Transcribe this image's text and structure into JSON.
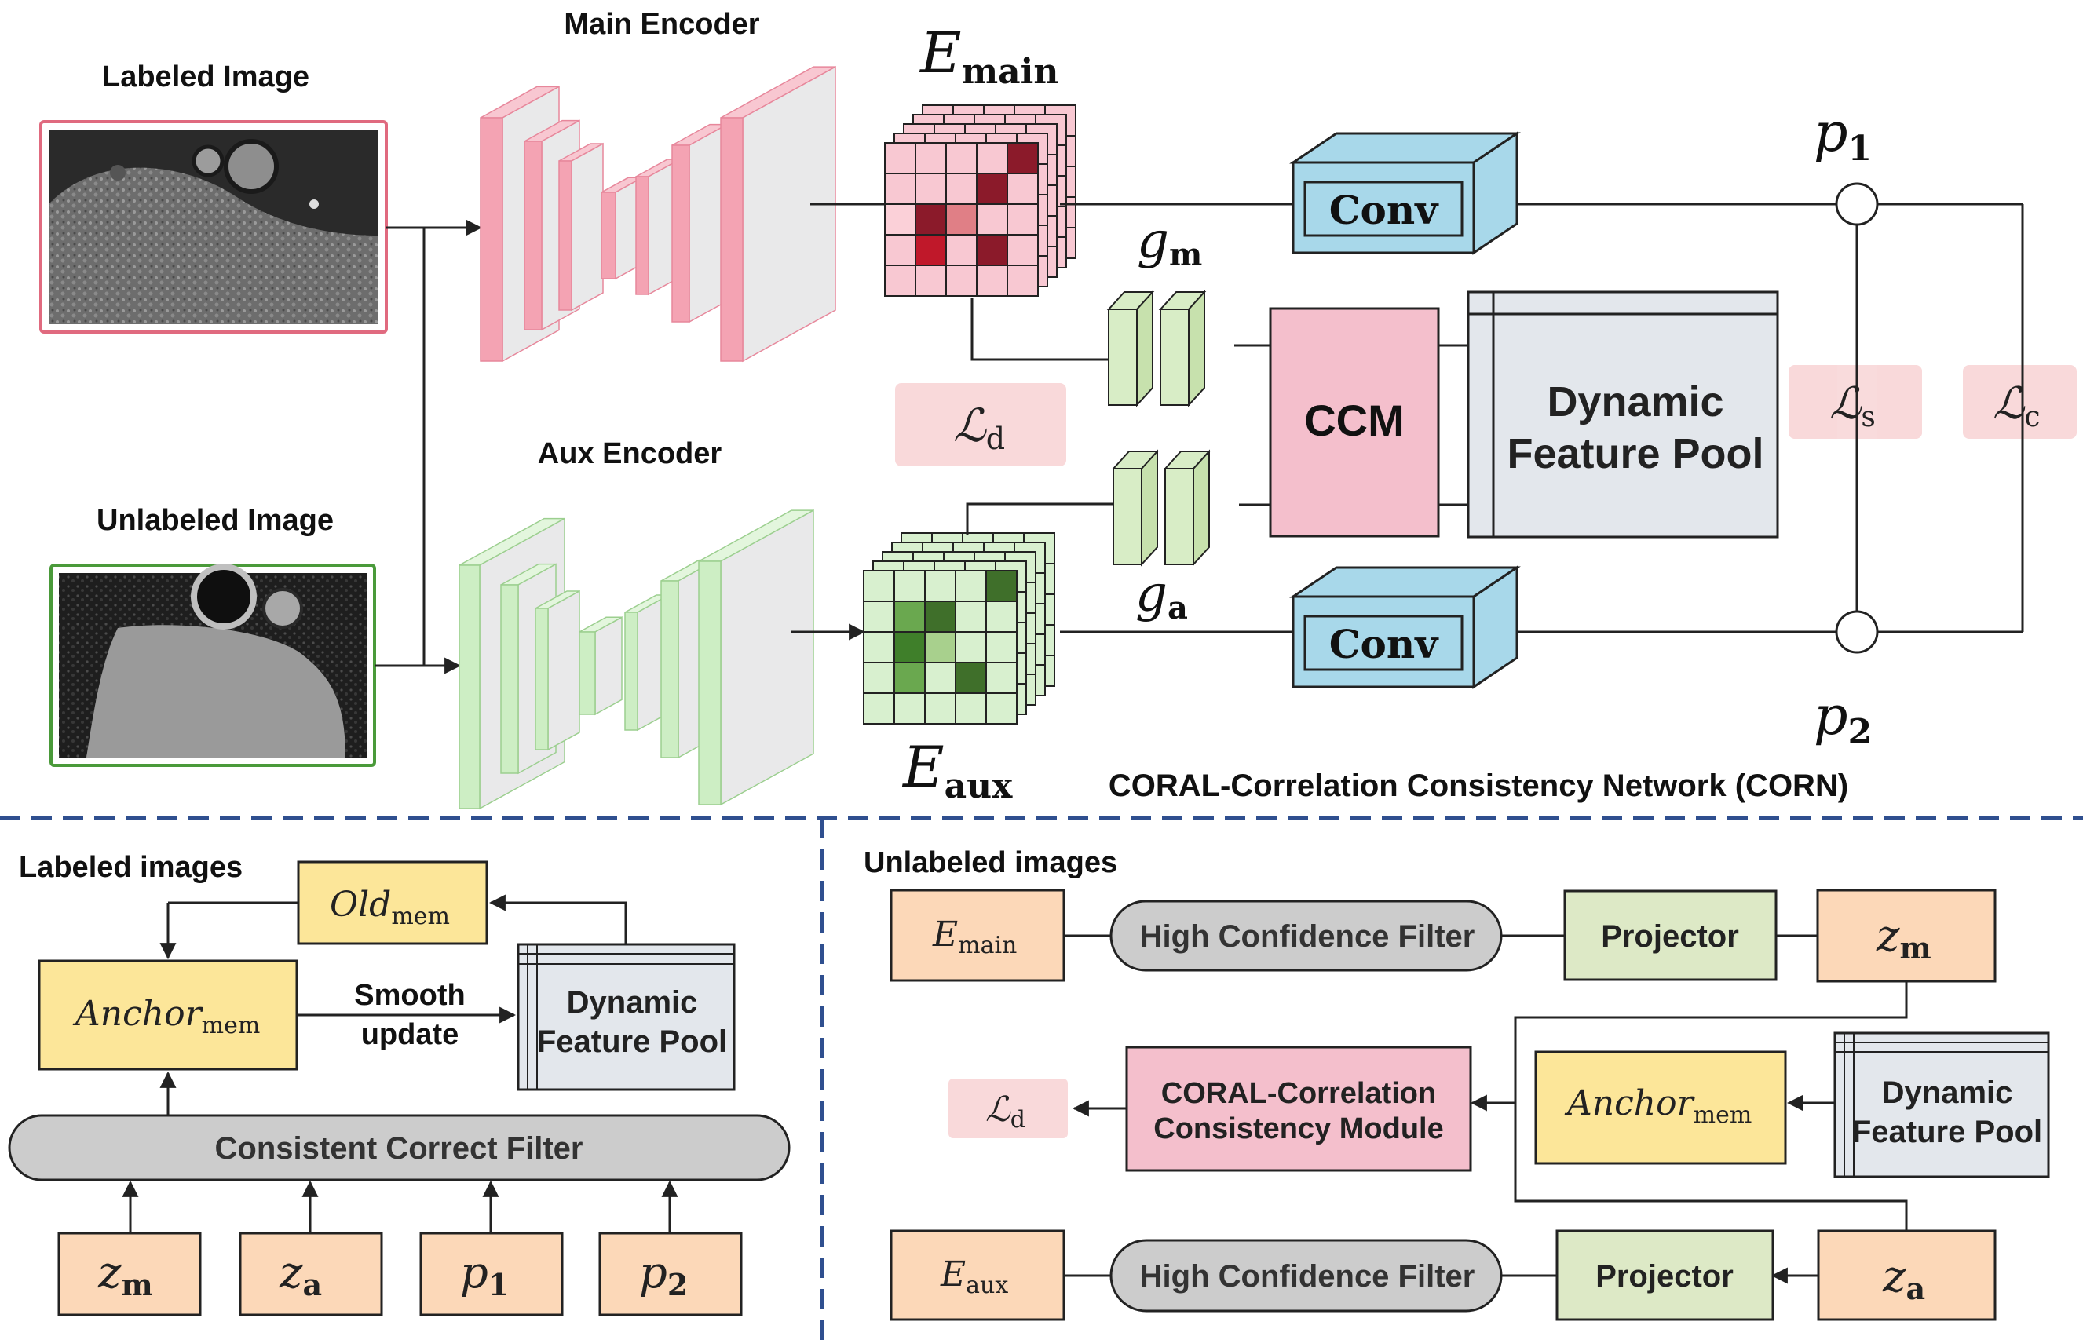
{
  "top": {
    "labeled_image_label": "Labeled Image",
    "unlabeled_image_label": "Unlabeled Image",
    "main_encoder_label": "Main Encoder",
    "aux_encoder_label": "Aux Encoder",
    "e_main": {
      "base": "E",
      "sub": "main"
    },
    "e_aux": {
      "base": "E",
      "sub": "aux"
    },
    "g_m": {
      "base": "g",
      "sub": "m"
    },
    "g_a": {
      "base": "g",
      "sub": "a"
    },
    "conv_top": "Conv",
    "conv_bottom": "Conv",
    "ccm": "CCM",
    "dfp_line1": "Dynamic",
    "dfp_line2": "Feature Pool",
    "p1": {
      "base": "p",
      "sub": "1"
    },
    "p2": {
      "base": "p",
      "sub": "2"
    },
    "loss_d": {
      "base": "ℒ",
      "sub": "d"
    },
    "loss_s": {
      "base": "ℒ",
      "sub": "s"
    },
    "loss_c": {
      "base": "ℒ",
      "sub": "c"
    },
    "corn_title": "CORAL-Correlation Consistency Network (CORN)"
  },
  "bottom_left": {
    "title": "Labeled images",
    "old_mem": {
      "base": "Old",
      "sub": "mem"
    },
    "anchor_mem": {
      "base": "Anchor",
      "sub": "mem"
    },
    "smooth_line1": "Smooth",
    "smooth_line2": "update",
    "dfp_line1": "Dynamic",
    "dfp_line2": "Feature Pool",
    "filter": "Consistent Correct Filter",
    "inputs": [
      {
        "base": "z",
        "sub": "m"
      },
      {
        "base": "z",
        "sub": "a"
      },
      {
        "base": "p",
        "sub": "1"
      },
      {
        "base": "p",
        "sub": "2"
      }
    ]
  },
  "bottom_right": {
    "title": "Unlabeled images",
    "e_main": {
      "base": "E",
      "sub": "main"
    },
    "e_aux": {
      "base": "E",
      "sub": "aux"
    },
    "hcf_top": "High Confidence Filter",
    "hcf_bottom": "High Confidence Filter",
    "projector_top": "Projector",
    "projector_bottom": "Projector",
    "z_m": {
      "base": "z",
      "sub": "m"
    },
    "z_a": {
      "base": "z",
      "sub": "a"
    },
    "coral_line1": "CORAL-Correlation",
    "coral_line2": "Consistency Module",
    "anchor_mem": {
      "base": "Anchor",
      "sub": "mem"
    },
    "dfp_line1": "Dynamic",
    "dfp_line2": "Feature Pool",
    "loss_d": {
      "base": "ℒ",
      "sub": "d"
    }
  },
  "colors": {
    "pink_enc": "#f4a3b3",
    "green_enc": "#cdeec4",
    "conv": "#a8d8ea",
    "ccm": "#f4bfcc",
    "dfp": "#e3e7ec",
    "loss_bg": "#f9d9da",
    "orange_box": "#fcd8b8",
    "yellow_box": "#fce699",
    "gray_filter": "#cccccc",
    "projector": "#dde9c6",
    "dashed": "#2f4f8f"
  },
  "grids": {
    "main_shaded": [
      [
        1,
        3,
        "#8b1a2a"
      ],
      [
        2,
        1,
        "#8b1a2a"
      ],
      [
        2,
        2,
        "#e07f86"
      ],
      [
        3,
        1,
        "#c0182a"
      ],
      [
        3,
        3,
        "#8b1a2a"
      ],
      [
        0,
        4,
        "#8b1a2a"
      ],
      [
        2,
        0,
        "#fbd0d8"
      ]
    ],
    "aux_shaded": [
      [
        0,
        4,
        "#3f6f2a"
      ],
      [
        1,
        1,
        "#6aa84f"
      ],
      [
        1,
        2,
        "#3f6f2a"
      ],
      [
        2,
        1,
        "#3f7f2a"
      ],
      [
        2,
        2,
        "#a8d08d"
      ],
      [
        3,
        1,
        "#6aa84f"
      ],
      [
        3,
        3,
        "#3f6f2a"
      ]
    ]
  }
}
